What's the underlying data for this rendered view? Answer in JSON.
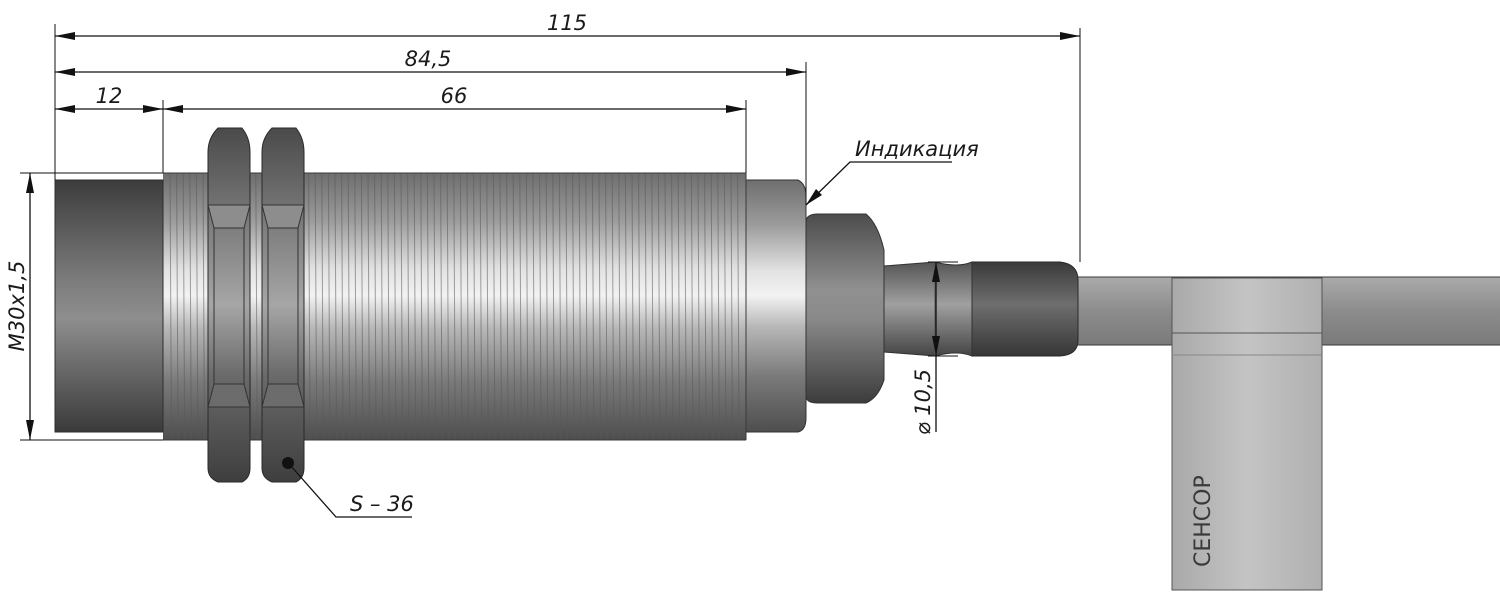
{
  "dimensions": {
    "overall_length": "115",
    "housing_length": "84,5",
    "front_length": "12",
    "thread_length": "66",
    "thread_spec": "M30x1,5",
    "cable_diameter": "⌀ 10,5",
    "nut_size": "S – 36"
  },
  "callouts": {
    "indication": "Индикация"
  },
  "tag": {
    "brand": "СЕНСОР"
  },
  "colors": {
    "background": "#ffffff",
    "line": "#111111",
    "metal_dark": "#4a4a4a",
    "metal_light": "#e6e6e6",
    "nut": "#5a5a5a",
    "cable": "#8f8f8f",
    "tag": "#b9b9b9"
  }
}
